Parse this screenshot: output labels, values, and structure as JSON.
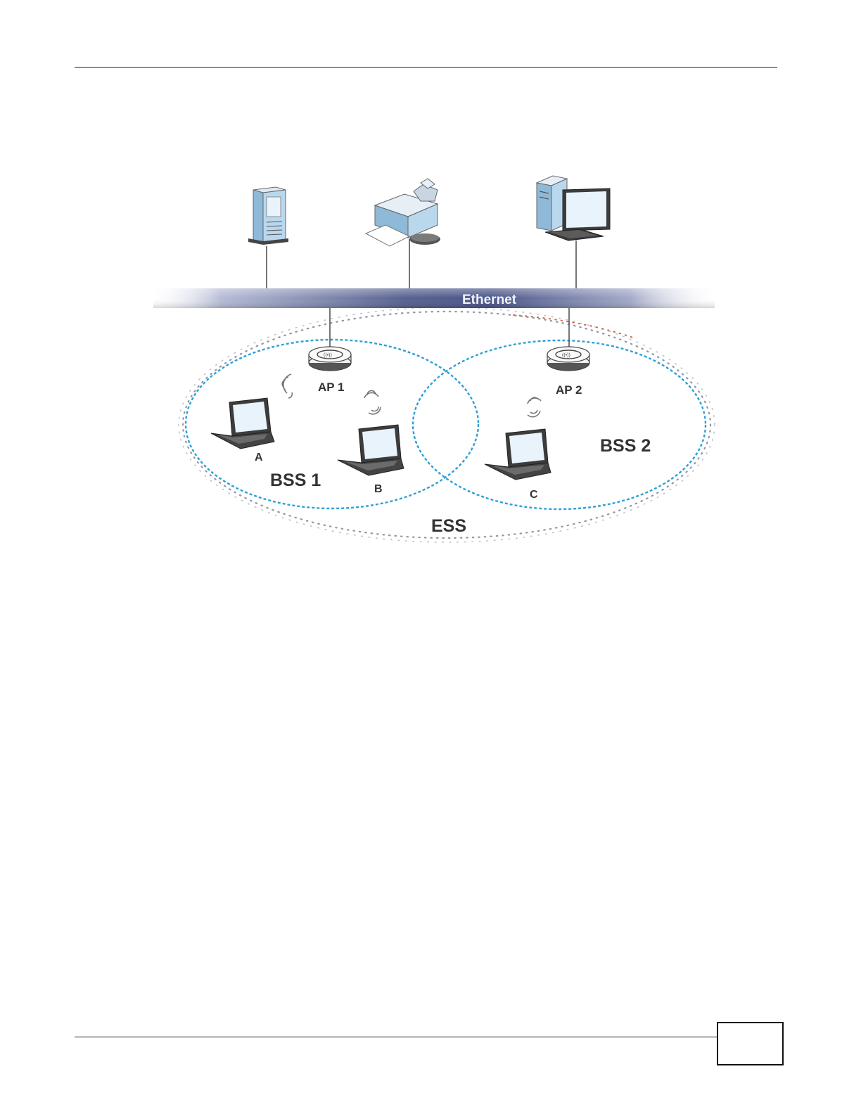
{
  "diagram": {
    "backbone_label": "Ethernet",
    "access_points": [
      {
        "label": "AP 1"
      },
      {
        "label": "AP 2"
      }
    ],
    "stations": [
      {
        "label": "A"
      },
      {
        "label": "B"
      },
      {
        "label": "C"
      }
    ],
    "bss": [
      {
        "label": "BSS 1"
      },
      {
        "label": "BSS 2"
      }
    ],
    "ess_label": "ESS",
    "colors": {
      "bss_ring": "#2ea0d6",
      "ess_ring": "#9098a6",
      "ess_ring_accent": "#d0694e",
      "ethernet_bar": "#4b5689",
      "device_blue": "#9ec9e6",
      "device_gray": "#c9ccd0"
    },
    "icons": [
      "server-icon",
      "printer-icon",
      "desktop-computer-icon",
      "access-point-icon",
      "laptop-icon",
      "wireless-signal-icon"
    ]
  },
  "page": {
    "page_number": ""
  }
}
